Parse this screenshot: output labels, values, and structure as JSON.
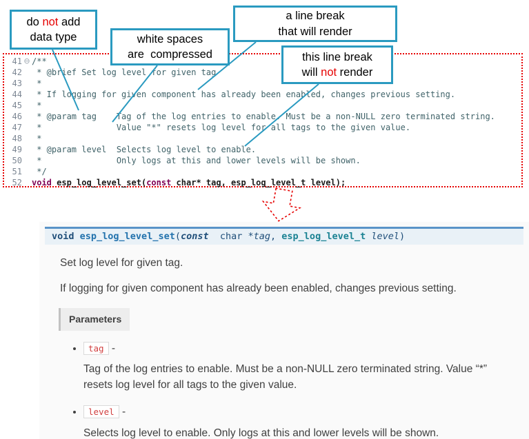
{
  "colors": {
    "callout_accent": "#2a9ac0",
    "alert_red": "#e60000",
    "doc_accent": "#5a94c8",
    "code_red": "#d14040"
  },
  "callouts": {
    "c1": {
      "l1a": "do ",
      "l1em": "not",
      "l1b": " add",
      "l2": "data type"
    },
    "c2": {
      "l1": "white spaces",
      "l2": "are  compressed"
    },
    "c3": {
      "l1": "a line break",
      "l2": "that will render"
    },
    "c4": {
      "l1": "this line break",
      "l2a": "will ",
      "l2em": "not",
      "l2b": " render"
    }
  },
  "editor": {
    "fold_icon": "⊖",
    "lines": [
      {
        "n": "41",
        "t": "/**"
      },
      {
        "n": "42",
        "t": " * @brief Set log level for given tag"
      },
      {
        "n": "43",
        "t": " *"
      },
      {
        "n": "44",
        "t": " * If logging for given component has already been enabled, changes previous setting."
      },
      {
        "n": "45",
        "t": " *"
      },
      {
        "n": "46",
        "t": " * @param tag    Tag of the log entries to enable. Must be a non-NULL zero terminated string."
      },
      {
        "n": "47",
        "t": " *               Value \"*\" resets log level for all tags to the given value."
      },
      {
        "n": "48",
        "t": " *"
      },
      {
        "n": "49",
        "t": " * @param level  Selects log level to enable."
      },
      {
        "n": "50",
        "t": " *               Only logs at this and lower levels will be shown."
      },
      {
        "n": "51",
        "t": " */"
      }
    ],
    "sig": {
      "n": "52",
      "kw1": "void",
      "s1": " ",
      "name": "esp_log_level_set",
      "s2": "(",
      "kw2": "const",
      "s3": " char* tag, esp_log_level_t level);"
    }
  },
  "doc": {
    "sig": {
      "kw": "void",
      "sp": " ",
      "name": "esp_log_level_set",
      "open": "(",
      "cst": "const",
      "mid": "  char *",
      "tag": "tag",
      "comma": ", ",
      "typ": "esp_log_level_t ",
      "lvl": "level",
      "close": ")"
    },
    "p1": "Set log level for given tag.",
    "p2": "If logging for given component has already been enabled, changes previous setting.",
    "params_label": "Parameters",
    "items": [
      {
        "code": "tag",
        "sep": " -",
        "desc": "Tag of the log entries to enable. Must be a non-NULL zero terminated string. Value “*” resets log level for all tags to the given value."
      },
      {
        "code": "level",
        "sep": " -",
        "desc": "Selects log level to enable. Only logs at this and lower levels will be shown."
      }
    ]
  }
}
